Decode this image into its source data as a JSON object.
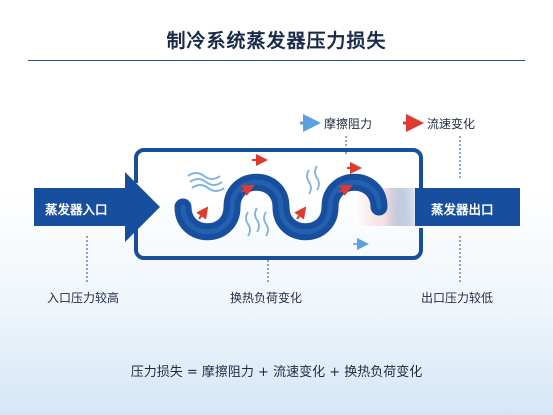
{
  "title": "制冷系统蒸发器压力损失",
  "legend": {
    "friction": "摩擦阻力",
    "velocity": "流速变化"
  },
  "inlet_box": "蒸发器入口",
  "outlet_box": "蒸发器出口",
  "annotations": {
    "inlet": "入口压力较高",
    "heat_load": "换热负荷变化",
    "outlet": "出口压力较低"
  },
  "formula": "压力损失 = 摩擦阻力 + 流速变化 + 换热负荷变化",
  "colors": {
    "primary_blue": "#174f9e",
    "light_blue": "#5aa0dc",
    "red": "#e03a2f",
    "text": "#1e2b44"
  }
}
